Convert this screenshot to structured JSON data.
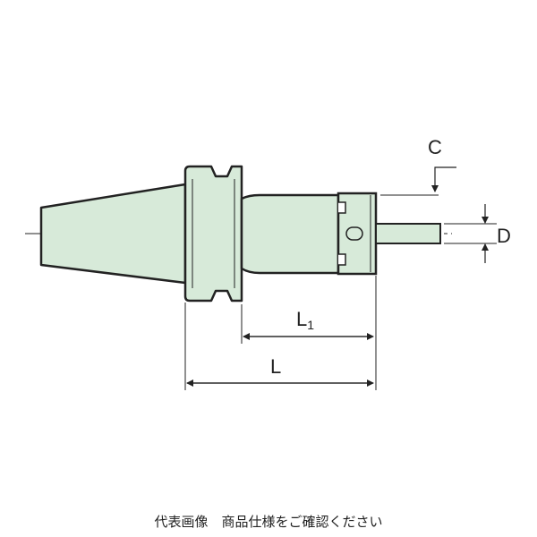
{
  "diagram": {
    "colors": {
      "body_fill": "#d7ead9",
      "outline": "#222222"
    },
    "labels": {
      "c": "C",
      "d": "D",
      "l1_main": "L",
      "l1_sub": "1",
      "l": "L"
    }
  },
  "caption": "代表画像　商品仕様をご確認ください"
}
